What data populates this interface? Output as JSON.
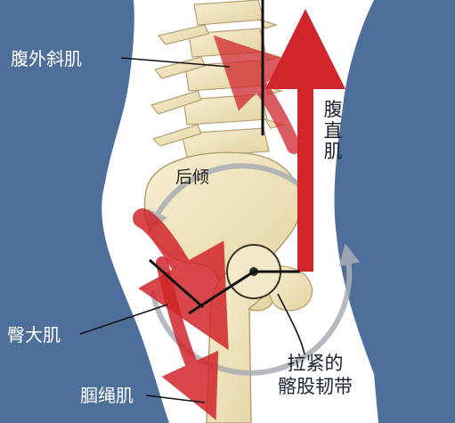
{
  "labels": {
    "external_oblique": "腹外斜肌",
    "rectus_abdominis": "腹直肌",
    "posterior_tilt": "后倾",
    "gluteus_maximus": "臀大肌",
    "hamstrings": "腘绳肌",
    "ligament_line1": "拉紧的",
    "ligament_line2": "髂股韧带"
  },
  "colors": {
    "background": "#4e6f9a",
    "body": "#ffffff",
    "bone": "#f1e6c2",
    "bone_outline": "#b6a271",
    "muscle_arrow": "#d0262b",
    "rotation_arrow": "#a9aeb4"
  }
}
